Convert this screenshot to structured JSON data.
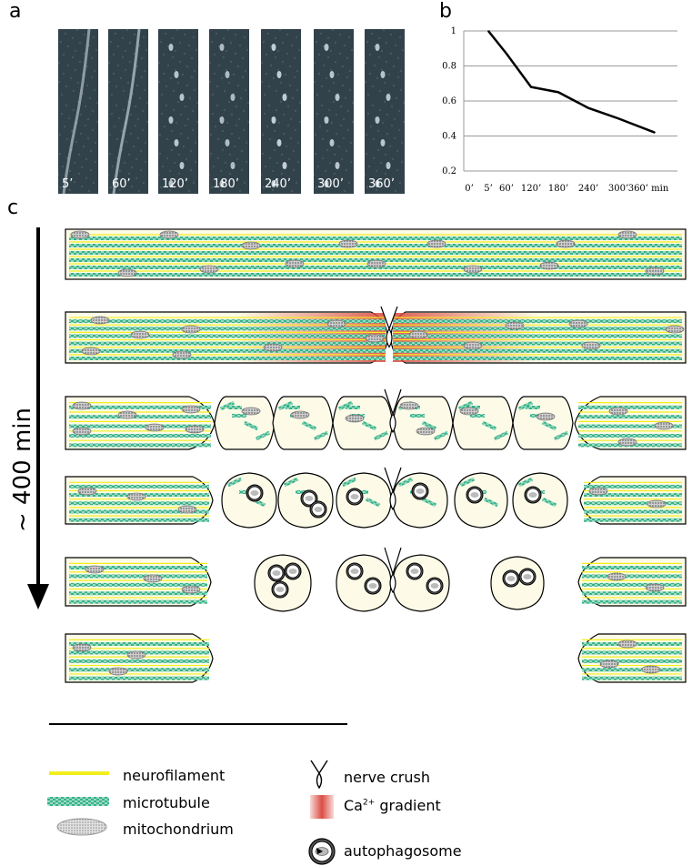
{
  "panels": {
    "a": "a",
    "b": "b",
    "c": "c"
  },
  "micrographs": [
    {
      "time": "5’",
      "brightness": 0.55
    },
    {
      "time": "60’",
      "brightness": 0.6
    },
    {
      "time": "120’",
      "brightness": 0.75
    },
    {
      "time": "180’",
      "brightness": 0.7
    },
    {
      "time": "240’",
      "brightness": 0.8
    },
    {
      "time": "300’",
      "brightness": 0.75
    },
    {
      "time": "360’",
      "brightness": 0.75
    }
  ],
  "chart_data": {
    "type": "line",
    "x": [
      "0’",
      "5’",
      "60’",
      "120’",
      "180’",
      "240’",
      "300’",
      "360’ min"
    ],
    "y_points": [
      {
        "x": "5’",
        "y": 1.0
      },
      {
        "x": "60’",
        "y": 0.87
      },
      {
        "x": "120’",
        "y": 0.68
      },
      {
        "x": "180’",
        "y": 0.65
      },
      {
        "x": "240’",
        "y": 0.56
      },
      {
        "x": "300’",
        "y": 0.5
      },
      {
        "x": "360’ min",
        "y": 0.42
      }
    ],
    "yticks": [
      "1",
      "0.8",
      "0.6",
      "0.4",
      "0.2"
    ],
    "ylim": [
      0.2,
      1
    ],
    "grid": true,
    "series_color": "#000000"
  },
  "timeline_label": "~ 400 min",
  "legend": {
    "neurofilament": "neurofilament",
    "microtubule": "microtubule",
    "mitochondrium": "mitochondrium",
    "nerve_crush": "nerve crush",
    "ca_prefix": "Ca",
    "ca_sup": "2+",
    "ca_suffix": " gradient",
    "autophagosome": "autophagosome"
  },
  "colors": {
    "neurofilament": "#f2ee1e",
    "microtubule": "#34b38a",
    "axon_fill": "#fdfbe7",
    "ca_gradient": "#d9443a",
    "mitochondrium": "#9a9a9a"
  }
}
